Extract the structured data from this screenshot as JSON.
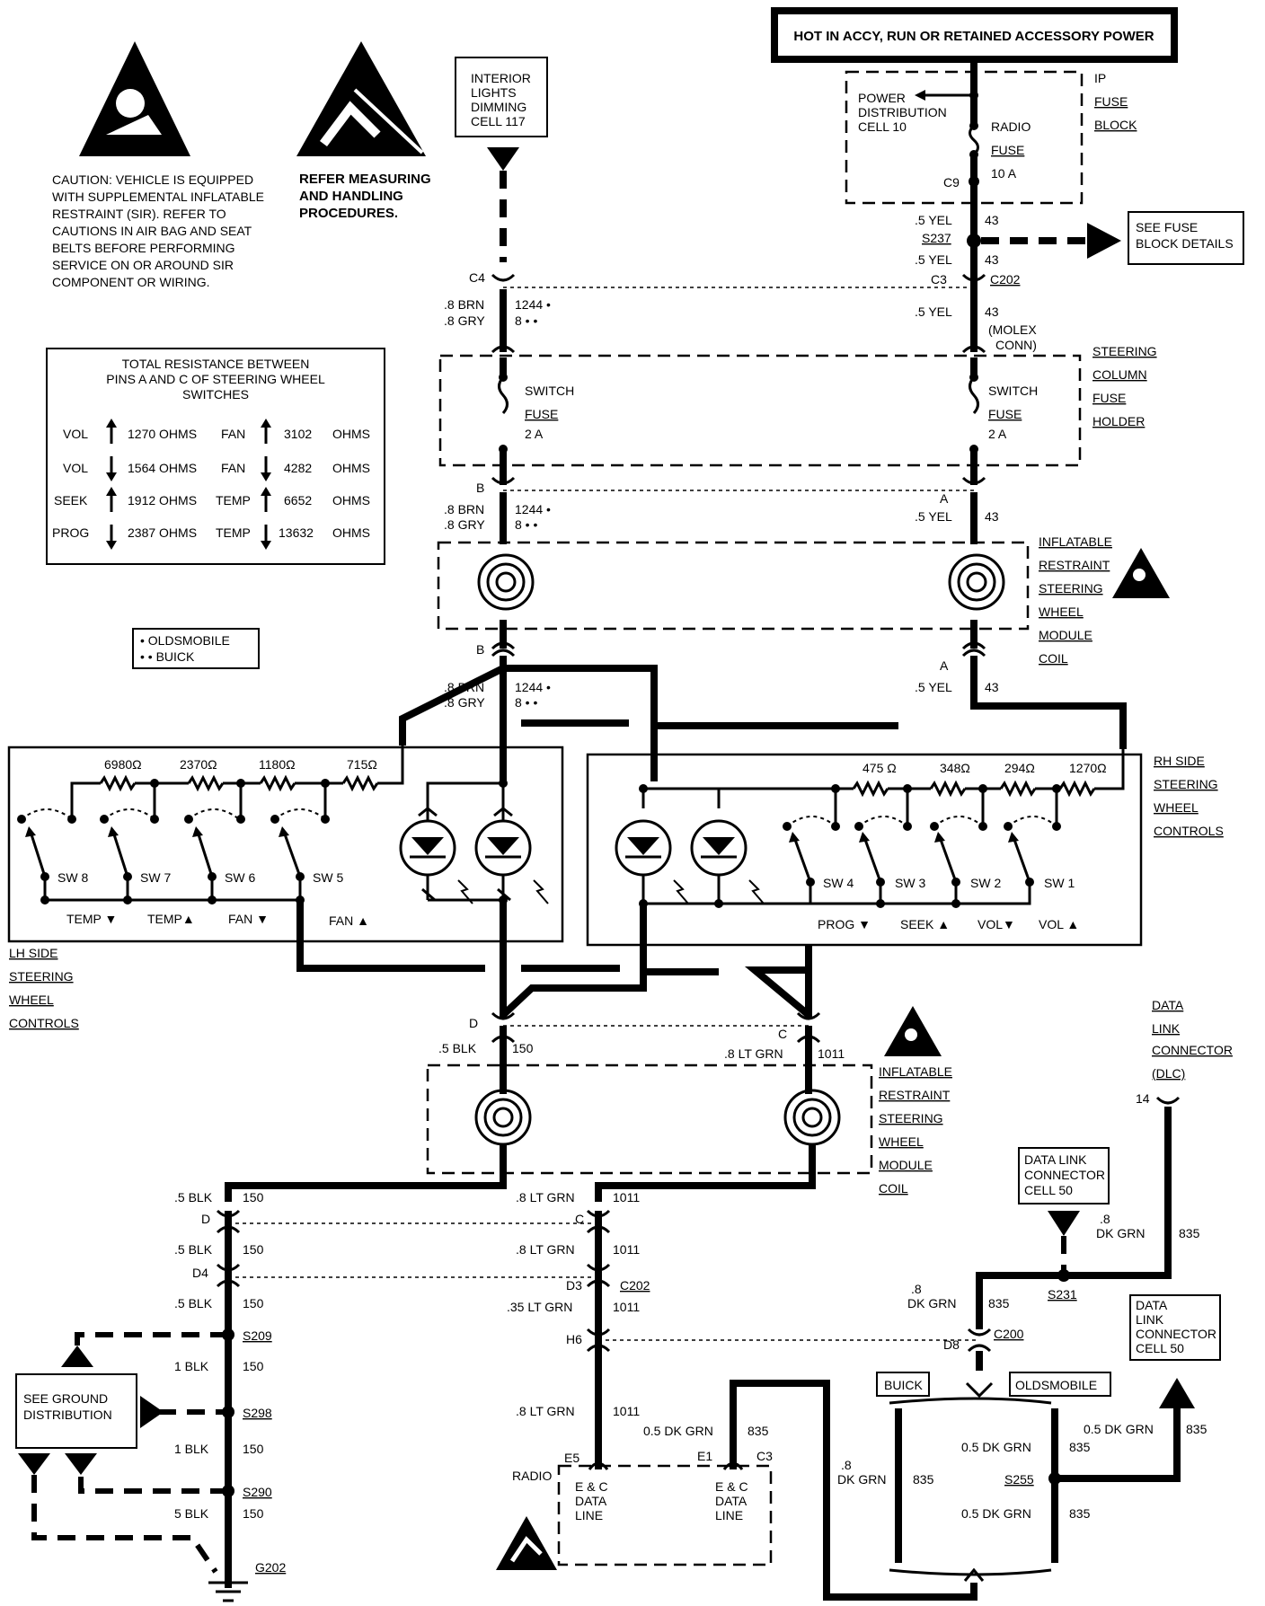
{
  "header": {
    "power_source": "HOT IN ACCY, RUN OR RETAINED ACCESSORY POWER"
  },
  "warnings": {
    "sir_caution": [
      "CAUTION: VEHICLE IS EQUIPPED",
      "WITH SUPPLEMENTAL INFLATABLE",
      "RESTRAINT (SIR). REFER TO",
      "CAUTIONS IN AIR BAG AND SEAT",
      "BELTS BEFORE PERFORMING",
      "SERVICE ON OR AROUND SIR",
      "COMPONENT OR WIRING."
    ],
    "esd": [
      "REFER MEASURING",
      "AND HANDLING",
      "PROCEDURES."
    ]
  },
  "resistance_table": {
    "title": [
      "TOTAL RESISTANCE BETWEEN",
      "PINS A AND C OF STEERING WHEEL",
      "SWITCHES"
    ],
    "rows": [
      {
        "f1": "VOL",
        "v1": "1270 OHMS",
        "f2": "FAN",
        "v2": "3102",
        "u2": "OHMS"
      },
      {
        "f1": "VOL",
        "v1": "1564 OHMS",
        "f2": "FAN",
        "v2": "4282",
        "u2": "OHMS"
      },
      {
        "f1": "SEEK",
        "v1": "1912 OHMS",
        "f2": "TEMP",
        "v2": "6652",
        "u2": "OHMS"
      },
      {
        "f1": "PROG",
        "v1": "2387 OHMS",
        "f2": "TEMP",
        "v2": "13632",
        "u2": "OHMS"
      }
    ]
  },
  "legend": {
    "olds": "• OLDSMOBILE",
    "buick": "• • BUICK"
  },
  "refs": {
    "interior": [
      "INTERIOR",
      "LIGHTS",
      "DIMMING",
      "CELL 117"
    ],
    "fuse_details": [
      "SEE FUSE",
      "BLOCK DETAILS"
    ],
    "dlc_cell_1": [
      "DATA LINK",
      "CONNECTOR",
      "CELL 50"
    ],
    "dlc_cell_2": [
      "DATA",
      "LINK",
      "CONNECTOR",
      "CELL 50"
    ],
    "ground": [
      "SEE GROUND",
      "DISTRIBUTION"
    ]
  },
  "fuse_block": {
    "label": [
      "IP",
      "FUSE",
      "BLOCK"
    ],
    "pdc": [
      "POWER",
      "DISTRIBUTION",
      "CELL 10"
    ],
    "radio_fuse": [
      "RADIO",
      "FUSE",
      "10 A"
    ],
    "c9": "C9"
  },
  "steering_column": {
    "label": [
      "STEERING",
      "COLUMN",
      "FUSE",
      "HOLDER"
    ],
    "fuse": [
      "SWITCH",
      "FUSE",
      "2 A"
    ]
  },
  "coil": {
    "label": [
      "INFLATABLE",
      "RESTRAINT",
      "STEERING",
      "WHEEL",
      "MODULE",
      "COIL"
    ]
  },
  "lh": {
    "label": [
      "LH SIDE",
      "STEERING",
      "WHEEL",
      "CONTROLS"
    ],
    "resistors": [
      "6980Ω",
      "2370Ω",
      "1180Ω",
      "715Ω"
    ],
    "switches": [
      "SW 8",
      "SW 7",
      "SW 6",
      "SW 5"
    ],
    "functions": [
      "TEMP ▼",
      "TEMP▲",
      "FAN ▼",
      "FAN ▲"
    ]
  },
  "rh": {
    "label": [
      "RH SIDE",
      "STEERING",
      "WHEEL",
      "CONTROLS"
    ],
    "resistors": [
      "475 Ω",
      "348Ω",
      "294Ω",
      "1270Ω"
    ],
    "switches": [
      "SW 4",
      "SW 3",
      "SW 2",
      "SW 1"
    ],
    "functions": [
      "PROG ▼",
      "SEEK ▲",
      "VOL▼",
      "VOL ▲"
    ]
  },
  "dlc": {
    "label": [
      "DATA",
      "LINK",
      "CONNECTOR",
      "(DLC)"
    ],
    "pin": "14"
  },
  "radio": {
    "label": "RADIO",
    "pin1": [
      "E & C",
      "DATA",
      "LINE"
    ],
    "pin2": [
      "E & C",
      "DATA",
      "LINE"
    ]
  },
  "labels": {
    "yel5": ".5 YEL",
    "c43": "43",
    "s237": "S237",
    "c3": "C3",
    "c202": "C202",
    "molex": [
      "(MOLEX",
      "CONN)"
    ],
    "brn8": ".8 BRN",
    "gry8": ".8 GRY",
    "c1244": "1244 •",
    "c8": "8 • •",
    "c4": "C4",
    "pinA": "A",
    "pinB": "B",
    "pinC": "C",
    "pinD": "D",
    "blk5": ".5 BLK",
    "c150": "150",
    "ltgrn8": ".8 LT GRN",
    "c1011": "1011",
    "d4": "D4",
    "d3": "D3",
    "h6": "H6",
    "ltgrn35": ".35 LT GRN",
    "s209": "S209",
    "s298": "S298",
    "s290": "S290",
    "g202": "G202",
    "blk1": "1 BLK",
    "blk5b": "5 BLK",
    "dkgrn8a": ".8",
    "dkgrn8b": "DK GRN",
    "c835": "835",
    "s231": "S231",
    "d8": "D8",
    "c200": "C200",
    "buick": "BUICK",
    "olds": "OLDSMOBILE",
    "s255": "S255",
    "dkgrn05": "0.5 DK GRN",
    "e5": "E5",
    "e1": "E1",
    "c3r": "C3"
  }
}
